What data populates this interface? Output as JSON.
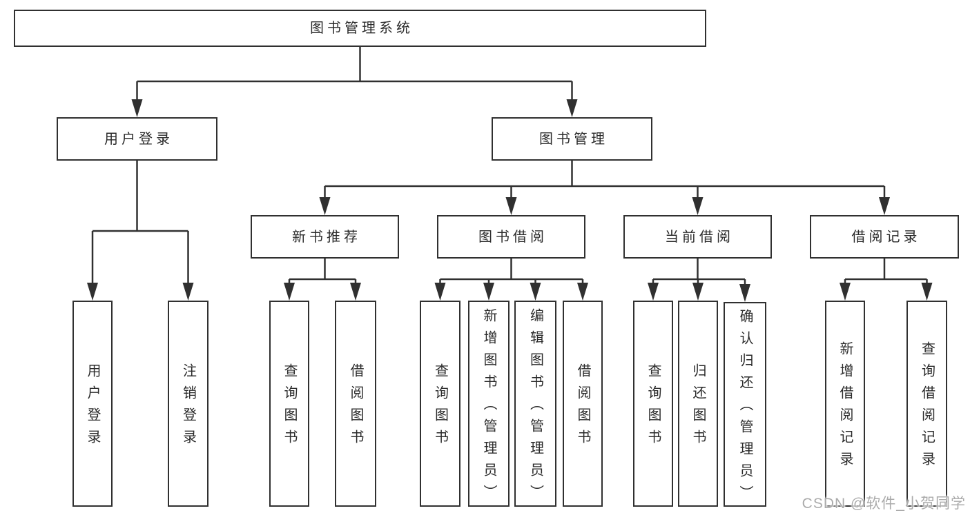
{
  "tree": {
    "root": "图书管理系统",
    "children": [
      {
        "label": "用户登录",
        "children": [
          {
            "label": "用户登录"
          },
          {
            "label": "注销登录"
          }
        ]
      },
      {
        "label": "图书管理",
        "children": [
          {
            "label": "新书推荐",
            "children": [
              {
                "label": "查询图书"
              },
              {
                "label": "借阅图书"
              }
            ]
          },
          {
            "label": "图书借阅",
            "children": [
              {
                "label": "查询图书"
              },
              {
                "label": "新增图书（管理员）"
              },
              {
                "label": "编辑图书（管理员）"
              },
              {
                "label": "借阅图书"
              }
            ]
          },
          {
            "label": "当前借阅",
            "children": [
              {
                "label": "查询图书"
              },
              {
                "label": "归还图书"
              },
              {
                "label": "确认归还（管理员）"
              }
            ]
          },
          {
            "label": "借阅记录",
            "children": [
              {
                "label": "新增借阅记录"
              },
              {
                "label": "查询借阅记录"
              }
            ]
          }
        ]
      }
    ]
  },
  "watermark": "CSDN @软件_小贺同学",
  "colors": {
    "line": "#303030",
    "box_border": "#303030",
    "text": "#2b2b2b",
    "watermark": "#ababab",
    "background": "#ffffff"
  }
}
